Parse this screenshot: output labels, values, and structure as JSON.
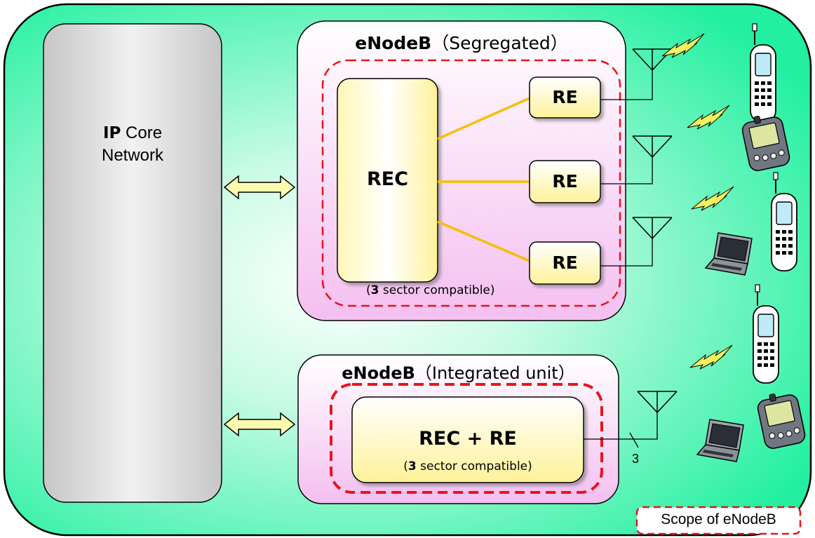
{
  "core_network": {
    "title_bold": "IP",
    "title_rest": " Core",
    "title_line2": "Network"
  },
  "segregated": {
    "title_bold": "eNodeB",
    "title_rest": "（Segregated）",
    "rec_label": "REC",
    "re_labels": [
      "RE",
      "RE",
      "RE"
    ],
    "note_open": "(",
    "note_bold": "3",
    "note_rest": " sector compatible)"
  },
  "integrated": {
    "title_bold": "eNodeB",
    "title_rest": "（Integrated unit）",
    "unit_label": "REC + RE",
    "note_open": "(",
    "note_bold": "3",
    "note_rest": " sector compatible)",
    "sector_count": "3"
  },
  "legend": {
    "scope_label": "Scope of eNodeB"
  },
  "colors": {
    "background_green": "#22f0a0",
    "core_gray": "#c8c8c8",
    "enodeb_pink": "#f6c6f2",
    "unit_yellow": "#fff6a8",
    "link_orange": "#f5c000",
    "scope_red": "#e8141c",
    "arrow_fill": "#fdfbb0"
  },
  "icons": {
    "antennas": [
      "antenna-icon",
      "antenna-icon",
      "antenna-icon",
      "antenna-icon"
    ],
    "signals": [
      "lightning-signal-icon",
      "lightning-signal-icon",
      "lightning-signal-icon",
      "lightning-signal-icon"
    ],
    "devices": [
      "mobile-phone-icon",
      "pda-icon",
      "mobile-phone-icon",
      "laptop-icon",
      "mobile-phone-icon",
      "laptop-icon",
      "pda-icon"
    ]
  }
}
